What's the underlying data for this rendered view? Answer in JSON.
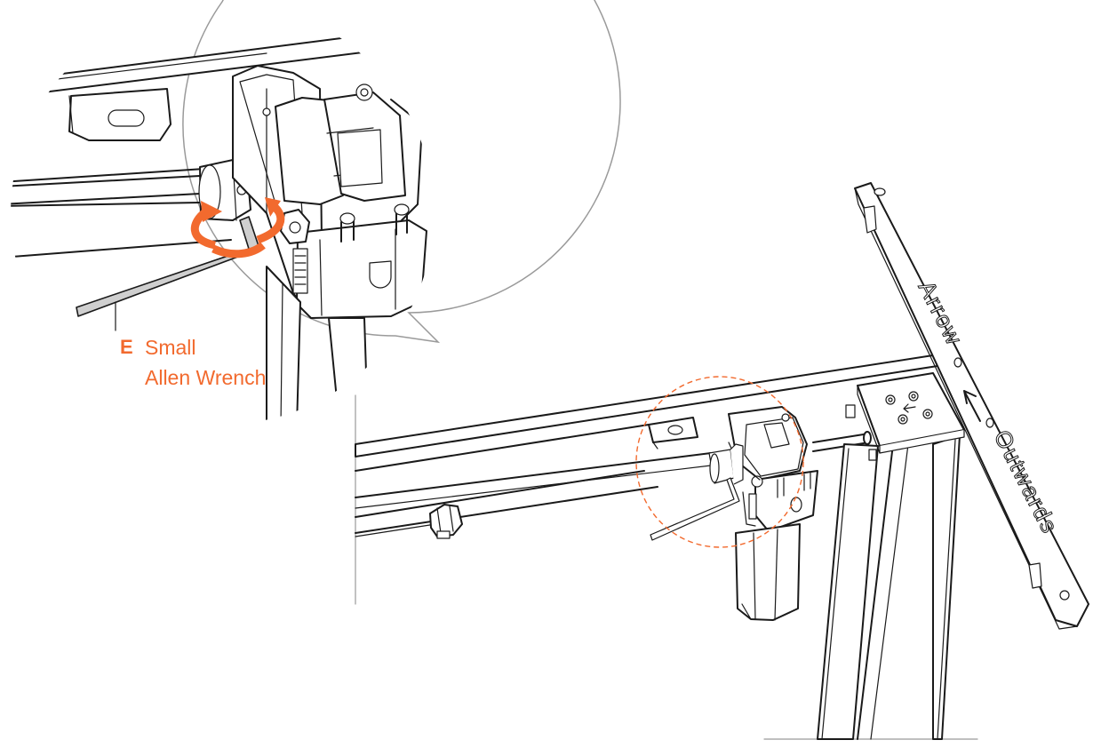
{
  "callout": {
    "part_letter": "E",
    "part_name_line1": "Small",
    "part_name_line2": "Allen Wrench"
  },
  "leg_plate": {
    "label_arrow": "Arrow",
    "label_outwards": "Outwards"
  },
  "colors": {
    "accent": "#F26A2E",
    "line": "#1A1A1A",
    "callout_outline": "#9A9A9A"
  },
  "icons": [
    "rotate-arrows-icon",
    "direction-arrow-icon"
  ]
}
